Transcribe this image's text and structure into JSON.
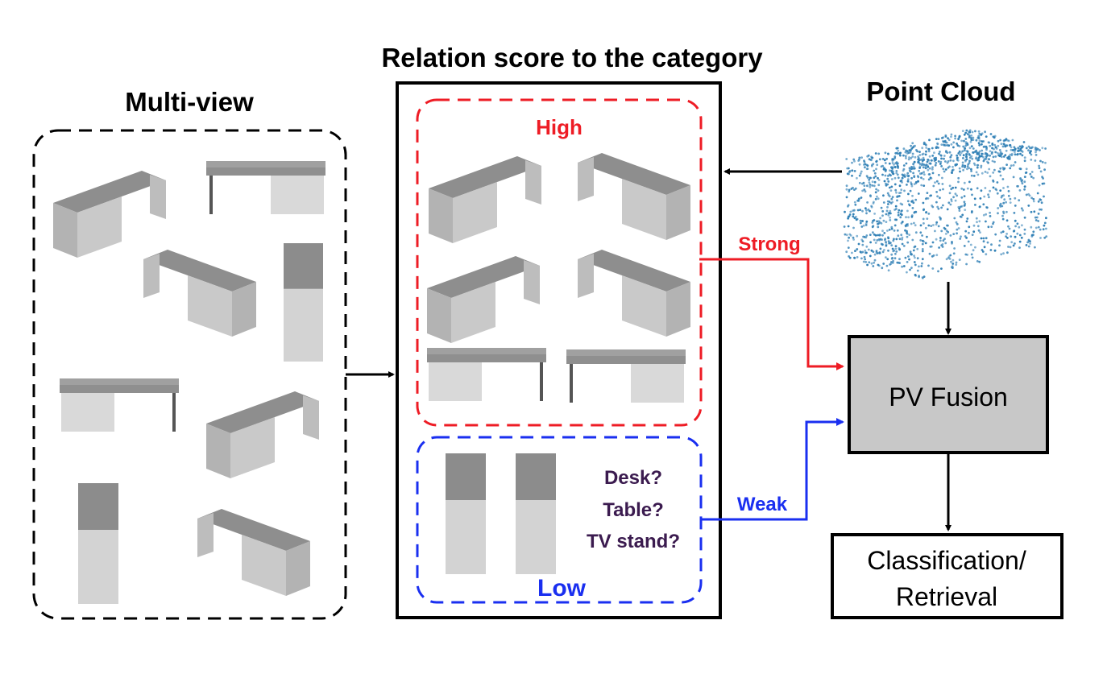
{
  "titles": {
    "multi_view": "Multi-view",
    "relation_score": "Relation score to the category",
    "point_cloud": "Point Cloud"
  },
  "groups": {
    "high": "High",
    "low": "Low"
  },
  "questions": [
    "Desk?",
    "Table?",
    "TV stand?"
  ],
  "edges": {
    "strong": "Strong",
    "weak": "Weak"
  },
  "boxes": {
    "pv_fusion": "PV Fusion",
    "output_line1": "Classification/",
    "output_line2": "Retrieval"
  },
  "colors": {
    "high": "#ee1c25",
    "low": "#1a2ff0",
    "question_text": "#3b1b4f",
    "point": "#2f7fb5",
    "fusion_fill": "#c8c8c8",
    "object_top": "#9a9a9a",
    "object_side": "#c4c4c4",
    "object_light": "#dcdcdc"
  }
}
